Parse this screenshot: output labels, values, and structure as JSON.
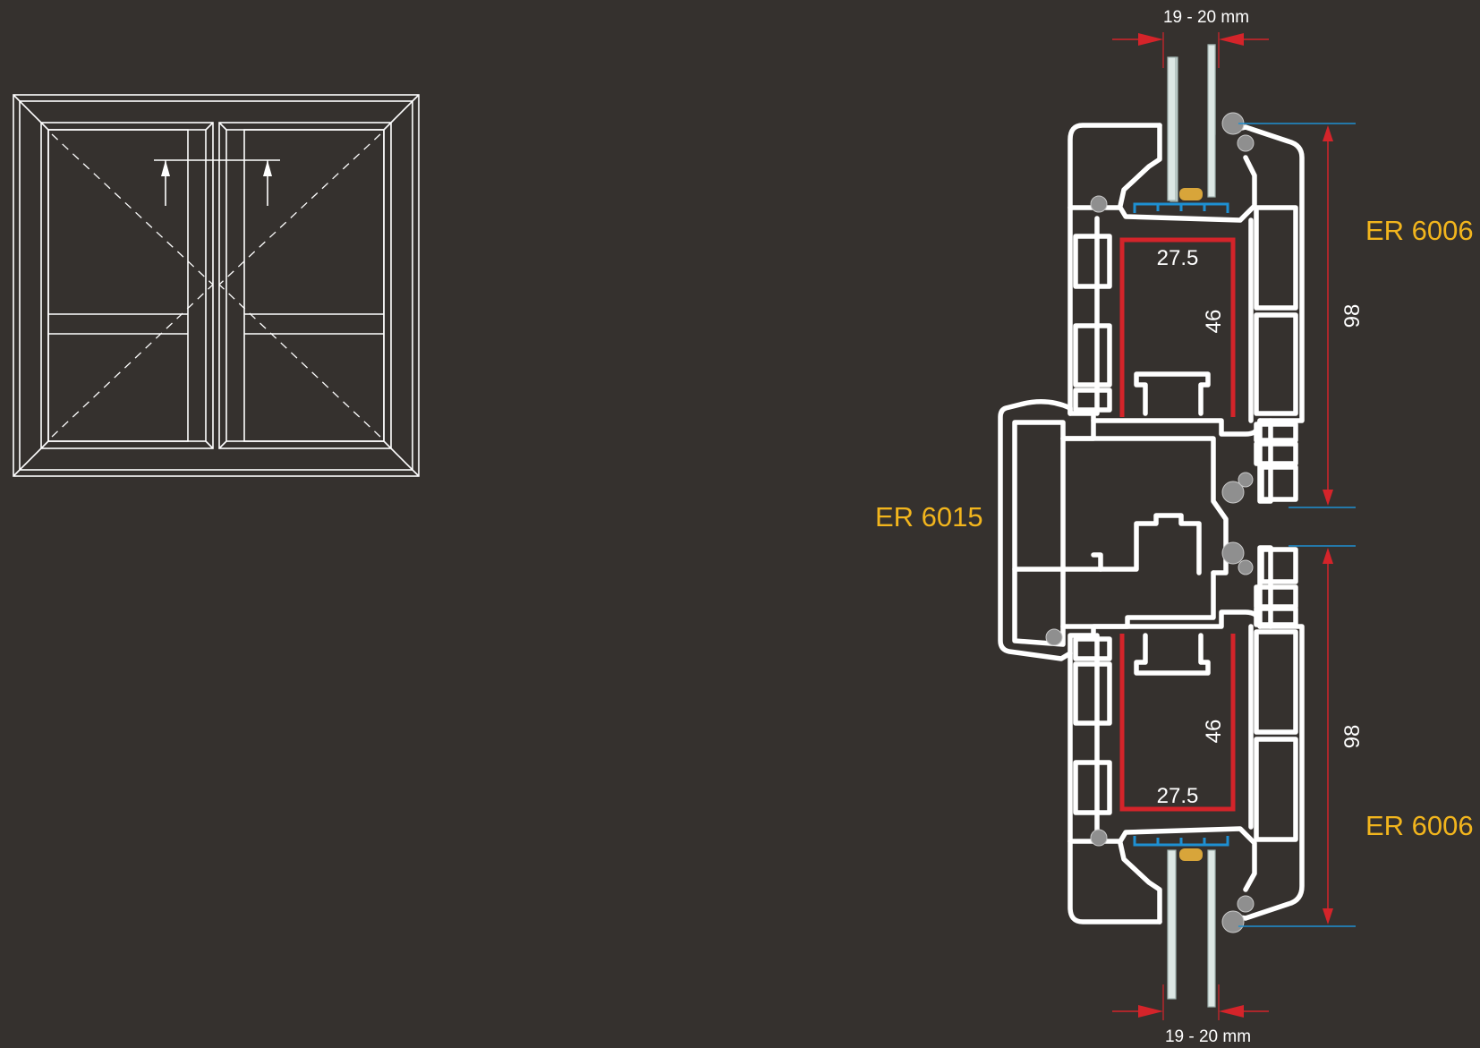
{
  "labels": {
    "sash_top": "ER 6006",
    "sash_bottom": "ER 6006",
    "mullion": "ER 6015"
  },
  "dimensions": {
    "glass_top": "19 - 20 mm",
    "glass_bottom": "19 - 20 mm",
    "height_top": "98",
    "height_bottom": "98",
    "reinforcement_top_width": "27.5",
    "reinforcement_top_height": "46",
    "reinforcement_bottom_width": "27.5",
    "reinforcement_bottom_height": "46"
  },
  "colors": {
    "background": "#35312e",
    "profile": "#ffffff",
    "label": "#f2b51d",
    "reinforcement": "#d4242a",
    "dimension_arrow": "#d4242a",
    "extension_line": "#1e90d2",
    "spacer": "#1e90d2",
    "glazing_block": "#d8a53a"
  }
}
